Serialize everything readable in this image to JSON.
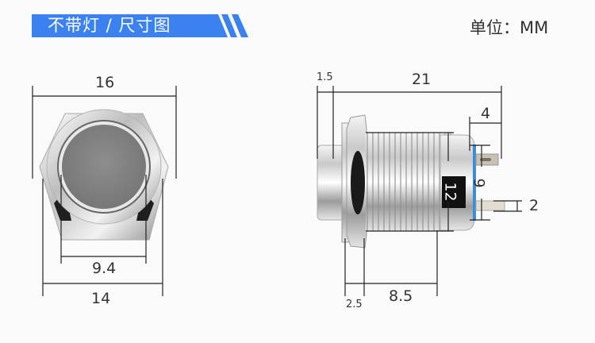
{
  "header": {
    "title": "不带灯 / 尺寸图",
    "unit_label": "单位：MM",
    "accent_color": "#3b82f0"
  },
  "front_view": {
    "dimensions": {
      "overall_width": "16",
      "button_diameter": "9.4",
      "hex_width": "14"
    }
  },
  "side_view": {
    "dimensions": {
      "bezel_thickness": "1.5",
      "total_length": "21",
      "terminal_length": "4",
      "terminal_spacing": "9",
      "terminal_width": "2",
      "thread_diameter": "12",
      "nut_thickness": "2.5",
      "thread_length": "8.5"
    }
  }
}
